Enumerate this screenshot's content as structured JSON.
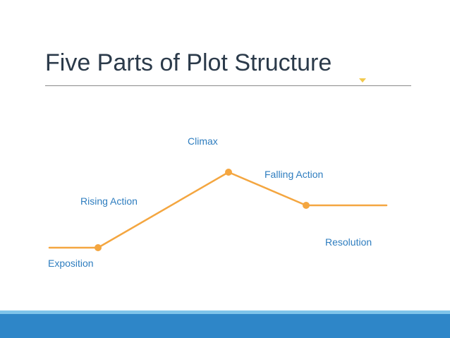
{
  "slide": {
    "title": "Five Parts of Plot Structure"
  },
  "plot_stages": [
    {
      "label": "Exposition"
    },
    {
      "label": "Rising Action"
    },
    {
      "label": "Climax"
    },
    {
      "label": "Falling Action"
    },
    {
      "label": "Resolution"
    }
  ],
  "colors": {
    "line": "#f4a640",
    "label": "#2e7dbf",
    "title": "#2b3a4a",
    "footer": "#2e86c8",
    "footer_accent": "#7fc4ea"
  }
}
